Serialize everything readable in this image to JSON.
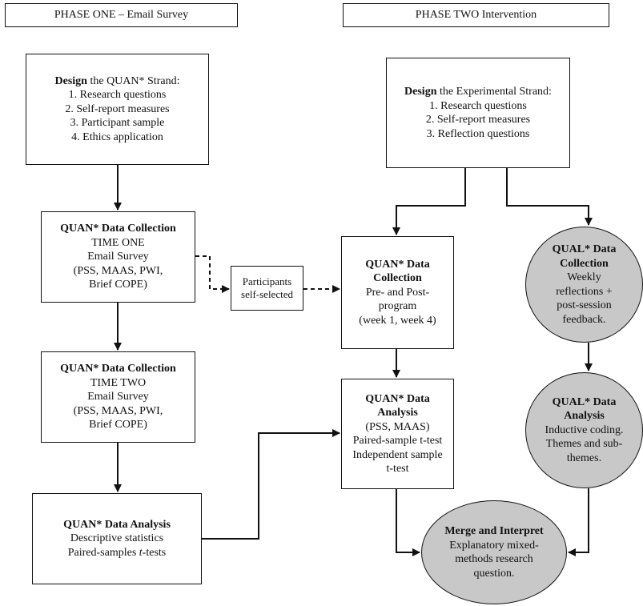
{
  "headers": {
    "phase_one": "PHASE ONE – Email Survey",
    "phase_two": "PHASE TWO Intervention"
  },
  "design_quan": {
    "bold": "Design",
    "rest": " the QUAN* Strand:",
    "items": [
      "1. Research questions",
      "2. Self-report measures",
      "3. Participant sample",
      "4. Ethics application"
    ]
  },
  "design_exp": {
    "bold": "Design",
    "rest": " the Experimental Strand:",
    "items": [
      "1. Research questions",
      "2. Self-report measures",
      "3. Reflection questions"
    ]
  },
  "quan_t1": {
    "title": "QUAN* Data Collection",
    "lines": [
      "TIME ONE",
      "Email Survey",
      "(PSS, MAAS, PWI,",
      "Brief COPE)"
    ]
  },
  "quan_t2": {
    "title": "QUAN* Data Collection",
    "lines": [
      "TIME TWO",
      "Email Survey",
      "(PSS, MAAS, PWI,",
      "Brief COPE)"
    ]
  },
  "quan_analysis1": {
    "title": "QUAN* Data Analysis",
    "line1": "Descriptive statistics",
    "line2_pre": "Paired-samples ",
    "line2_it": "t",
    "line2_post": "-tests"
  },
  "participants": {
    "lines": [
      "Participants",
      "self-selected"
    ]
  },
  "quan_collect2": {
    "title": [
      "QUAN* Data",
      "Collection"
    ],
    "lines": [
      "Pre- and Post-",
      "program",
      "(week 1, week 4)"
    ]
  },
  "quan_analysis2": {
    "title": [
      "QUAN* Data",
      "Analysis"
    ],
    "lines": [
      "(PSS, MAAS)",
      "Paired-sample t-test",
      "Independent sample",
      "t-test"
    ]
  },
  "qual_collect": {
    "title": [
      "QUAL* Data",
      "Collection"
    ],
    "lines": [
      "Weekly",
      "reflections +",
      "post-session",
      "feedback."
    ]
  },
  "qual_analysis": {
    "title": [
      "QUAL* Data",
      "Analysis"
    ],
    "lines": [
      "Inductive coding.",
      "Themes and sub-",
      "themes."
    ]
  },
  "merge": {
    "title": "Merge and Interpret",
    "lines": [
      "Explanatory mixed-",
      "methods research",
      "question."
    ]
  },
  "colors": {
    "stroke": "#111111",
    "oval_fill": "#c8c8c8",
    "box_fill": "#ffffff"
  }
}
